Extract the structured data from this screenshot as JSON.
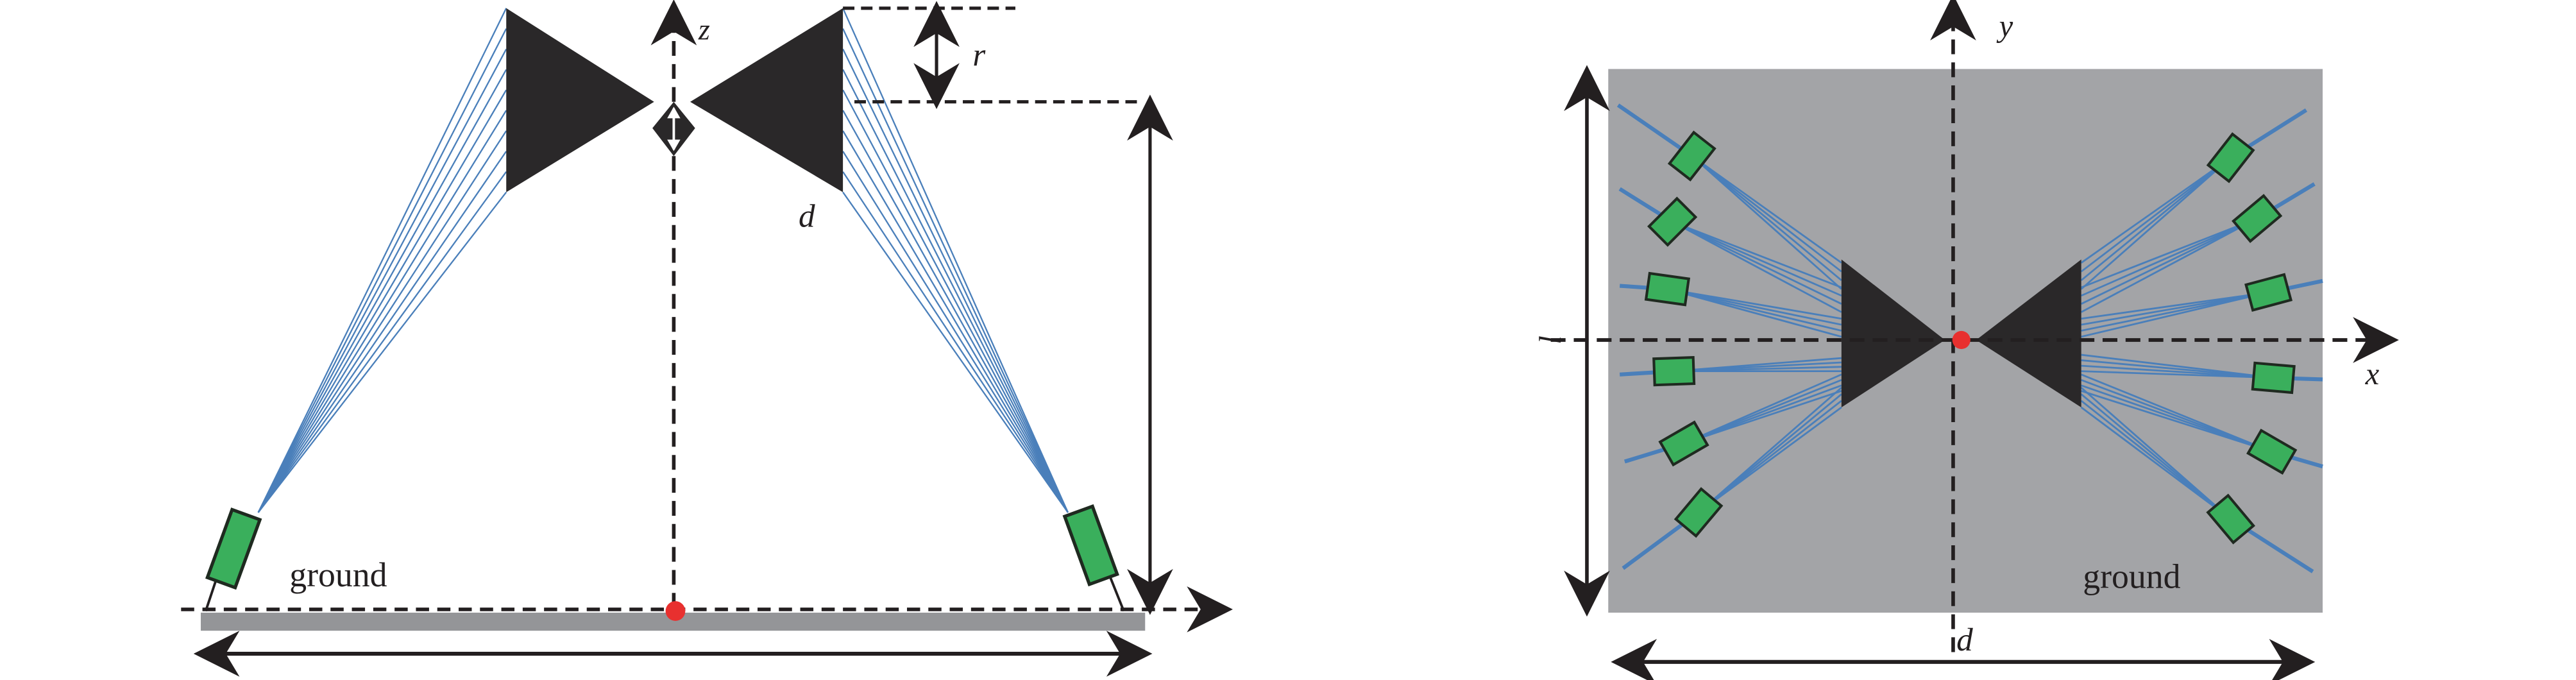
{
  "side_view": {
    "z_label": "z",
    "r_label": "r",
    "d_label": "d",
    "ground_label": "ground"
  },
  "top_view": {
    "y_label": "y",
    "x_label": "x",
    "l_label": "l",
    "d_label": "d",
    "ground_label": "ground"
  },
  "colors": {
    "reflector": "#2a2829",
    "beam": "#4a7fba",
    "sensor": "#3aaf5c",
    "ground": "#a3a4a7",
    "origin": "#e8302f",
    "axis": "#231f20"
  }
}
